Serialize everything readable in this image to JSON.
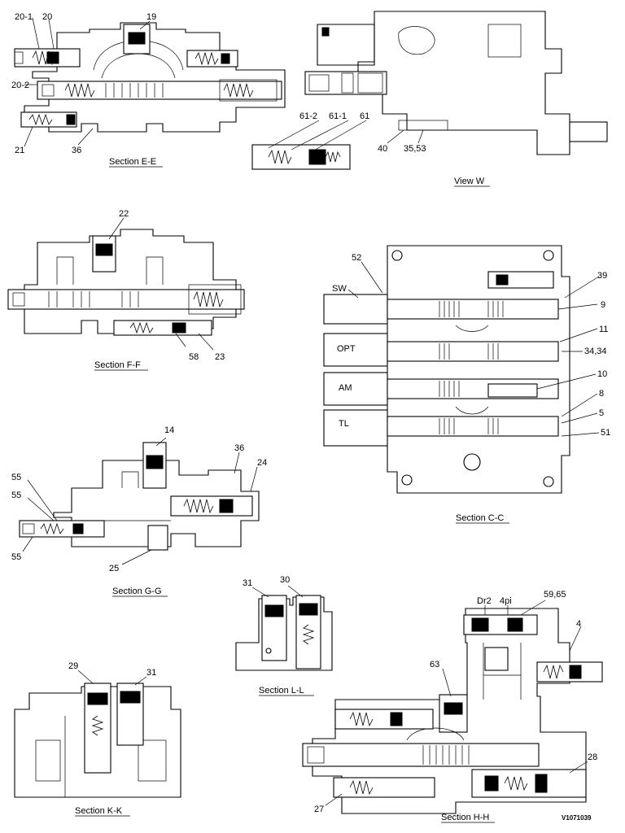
{
  "sections": [
    {
      "id": "E-E",
      "title": "Section E-E",
      "callouts": [
        "20-1",
        "20",
        "19",
        "20-2",
        "21",
        "36"
      ]
    },
    {
      "id": "W",
      "title": "View W",
      "callouts": [
        "61-2",
        "61-1",
        "61",
        "40",
        "35,53"
      ]
    },
    {
      "id": "F-F",
      "title": "Section F-F",
      "callouts": [
        "22",
        "58",
        "23"
      ]
    },
    {
      "id": "C-C",
      "title": "Section C-C",
      "callouts": [
        "52",
        "SW",
        "39",
        "9",
        "OPT",
        "11",
        "34,34",
        "10",
        "AM",
        "8",
        "TL",
        "5",
        "51"
      ]
    },
    {
      "id": "G-G",
      "title": "Section G-G",
      "callouts": [
        "14",
        "36",
        "24",
        "55",
        "55",
        "55",
        "25"
      ]
    },
    {
      "id": "L-L",
      "title": "Section L-L",
      "callouts": [
        "31",
        "30"
      ]
    },
    {
      "id": "K-K",
      "title": "Section K-K",
      "callouts": [
        "29",
        "31"
      ]
    },
    {
      "id": "H-H",
      "title": "Section H-H",
      "callouts": [
        "Dr2",
        "4pi",
        "59,65",
        "4",
        "63",
        "28",
        "27"
      ]
    }
  ],
  "drawing_code": "V1071039"
}
